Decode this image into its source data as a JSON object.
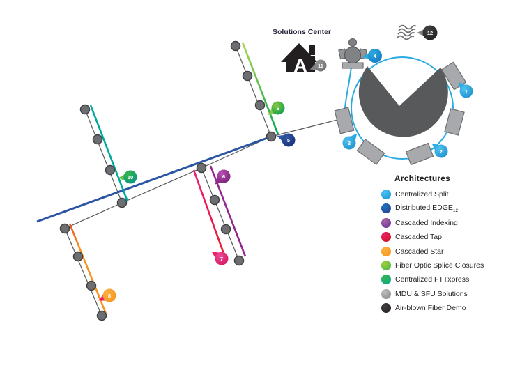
{
  "solutions_center_label": "Solutions Center",
  "house_letter": "A",
  "legend": {
    "title": "Architectures",
    "items": [
      {
        "label": "Centralized Split",
        "subscript": "",
        "color": "#4fc1ee",
        "color2": "#0e93d6",
        "line": "#29abe2"
      },
      {
        "label": "Distributed EDGE",
        "subscript": "12",
        "color": "#1b75bc",
        "color2": "#2b3990",
        "line": "#2b55a4"
      },
      {
        "label": "Cascaded Indexing",
        "subscript": "",
        "color": "#a864a8",
        "color2": "#662d91",
        "line": "#92278f"
      },
      {
        "label": "Cascaded Tap",
        "subscript": "",
        "color": "#ed1e63",
        "color2": "#c4161c",
        "line": "#ed1e63"
      },
      {
        "label": "Cascaded Star",
        "subscript": "",
        "color": "#fbb040",
        "color2": "#f7941e",
        "line": "#f7941e"
      },
      {
        "label": "Fiber Optic Splice Closures",
        "subscript": "",
        "color": "#a6ce39",
        "color2": "#39b54a",
        "line": "#72bf44"
      },
      {
        "label": "Centralized FTTxpress",
        "subscript": "",
        "color": "#39b54a",
        "color2": "#00a99d",
        "line": "#00a99d"
      },
      {
        "label": "MDU & SFU Solutions",
        "subscript": "",
        "color": "#bcbec0",
        "color2": "#808285",
        "line": "#a7a9ac"
      },
      {
        "label": "Air-blown Fiber Demo",
        "subscript": "",
        "color": "#414042",
        "color2": "#231f20",
        "line": "#231f20"
      }
    ]
  },
  "markers": [
    {
      "num": "1",
      "color": "#4fc1ee",
      "color2": "#1c8fcd",
      "tail": "#29abe2"
    },
    {
      "num": "2",
      "color": "#4fc1ee",
      "color2": "#1c8fcd",
      "tail": "#29abe2"
    },
    {
      "num": "3",
      "color": "#4fc1ee",
      "color2": "#1c8fcd",
      "tail": "#29abe2"
    },
    {
      "num": "4",
      "color": "#29abe2",
      "color2": "#1b75bc",
      "tail": "#29abe2"
    },
    {
      "num": "5",
      "color": "#2e57a5",
      "color2": "#1b2f73",
      "tail": "#2e57a5"
    },
    {
      "num": "6",
      "color": "#b653b3",
      "color2": "#771d75",
      "tail": "#92278f"
    },
    {
      "num": "7",
      "color": "#ed4b98",
      "color2": "#d4145a",
      "tail": "#ed1e63"
    },
    {
      "num": "8",
      "color": "#fbb040",
      "color2": "#f7941e",
      "tail": "#ed1e63"
    },
    {
      "num": "9",
      "color": "#8dc63f",
      "color2": "#009e4f",
      "tail": "#8dc63f"
    },
    {
      "num": "10",
      "color": "#39b54a",
      "color2": "#00958b",
      "tail": "#6abf4b"
    },
    {
      "num": "11",
      "color": "#939598",
      "color2": "#6d6e71",
      "tail": "#808285"
    },
    {
      "num": "12",
      "color": "#414042",
      "color2": "#231f20",
      "tail": "#808285"
    }
  ],
  "colors": {
    "road": "#58595b",
    "node_fill": "#6d6e71",
    "node_stroke": "#414042",
    "building": "#58595b",
    "mdu_fill": "#a7a9ac",
    "mdu_stroke": "#6d6e71",
    "ring": "#29abe2",
    "hydrant": "#808285",
    "waves": "#6d6e71",
    "house": "#231f20"
  }
}
